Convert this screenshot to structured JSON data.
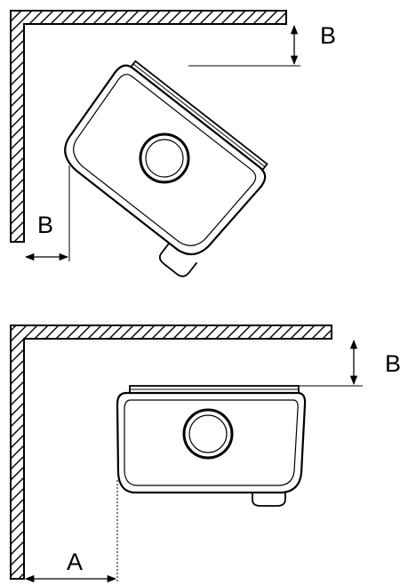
{
  "top_view": {
    "vertical_offset_label": "B",
    "side_offset_label": "B"
  },
  "bottom_view": {
    "vertical_offset_label": "B",
    "side_offset_label": "A"
  },
  "colors": {
    "line": "#000000",
    "background": "#ffffff"
  }
}
